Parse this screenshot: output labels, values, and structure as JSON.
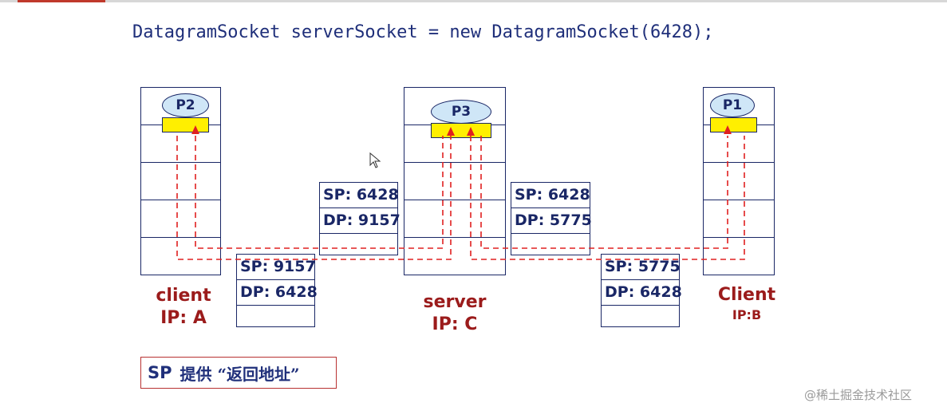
{
  "code_line": "DatagramSocket serverSocket = new DatagramSocket(6428);",
  "hosts": {
    "left": {
      "process": "P2",
      "label": "client",
      "ip": "IP: A"
    },
    "middle": {
      "process": "P3",
      "label": "server",
      "ip": "IP: C"
    },
    "right": {
      "process": "P1",
      "label": "Client",
      "ip": "IP:B"
    }
  },
  "segments": {
    "a_to_c": {
      "sp": "SP: 9157",
      "dp": "DP: 6428"
    },
    "c_to_a": {
      "sp": "SP: 6428",
      "dp": "DP: 9157"
    },
    "c_to_b": {
      "sp": "SP: 6428",
      "dp": "DP: 5775"
    },
    "b_to_c": {
      "sp": "SP: 5775",
      "dp": "DP: 6428"
    }
  },
  "note": {
    "sp": "SP",
    "text": "提供 “返回地址”"
  },
  "watermark": "@稀土掘金技术社区",
  "colors": {
    "dashed_path": "#e02020",
    "socket": "#ffef00",
    "process": "#cfe6f7",
    "host_label": "#9b1b1b",
    "ink": "#1a2766"
  },
  "icons": [
    "mouse-cursor-icon"
  ]
}
